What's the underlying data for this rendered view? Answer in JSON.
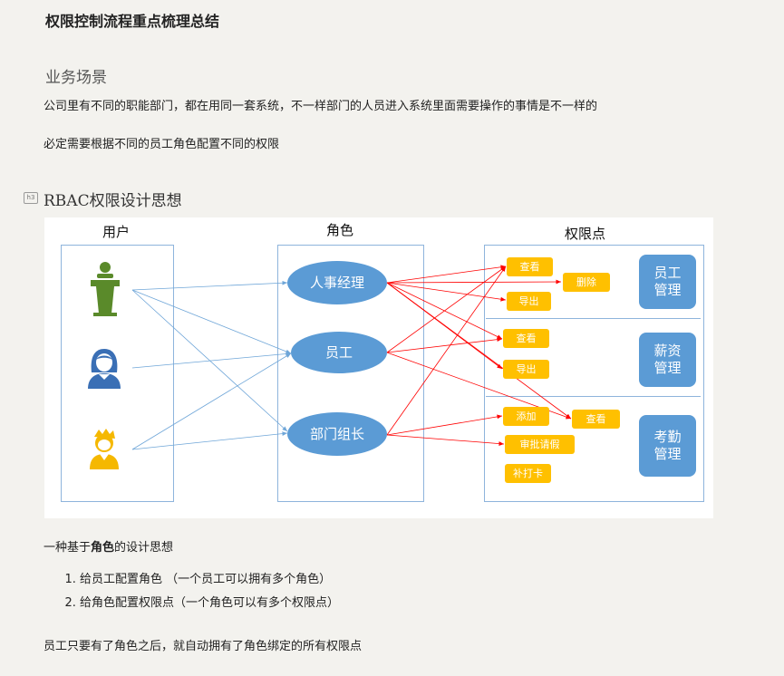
{
  "doc": {
    "title": "权限控制流程重点梳理总结",
    "section_scene": {
      "heading": "业务场景",
      "para1": "公司里有不同的职能部门，都在用同一套系统，不一样部门的人员进入系统里面需要操作的事情是不一样的",
      "para2": "必定需要根据不同的员工角色配置不同的权限"
    },
    "section_rbac": {
      "marker": "h3",
      "heading": "RBAC权限设计思想"
    },
    "summary": {
      "prefix": "一种基于",
      "bold": "角色",
      "suffix": "的设计思想",
      "steps": [
        "给员工配置角色 （一个员工可以拥有多个角色）",
        "给角色配置权限点（一个角色可以有多个权限点）"
      ],
      "conclusion": "员工只要有了角色之后，就自动拥有了角色绑定的所有权限点"
    }
  },
  "diagram": {
    "col_users": "用户",
    "col_roles": "角色",
    "col_perms": "权限点",
    "roles": [
      "人事经理",
      "员工",
      "部门组长"
    ],
    "modules": {
      "staff": "员工\n管理",
      "salary": "薪资\n管理",
      "attendance": "考勤\n管理"
    },
    "perms": {
      "staff_view": "查看",
      "staff_delete": "删除",
      "staff_export": "导出",
      "salary_view": "查看",
      "salary_export": "导出",
      "att_add": "添加",
      "att_view": "查看",
      "att_approve": "审批请假",
      "att_punch": "补打卡"
    },
    "icons": [
      "user-podium-icon",
      "user-woman-icon",
      "user-man-icon"
    ],
    "colors": {
      "role_fill": "#5b9bd5",
      "perm_fill": "#ffc000",
      "box_border": "#8eb4dc",
      "user_role_line": "#6fa6d8",
      "role_perm_line": "#ff0000",
      "icon_green": "#5a8a2a",
      "icon_blue": "#3a6fb5",
      "icon_yellow": "#f5b800"
    }
  }
}
